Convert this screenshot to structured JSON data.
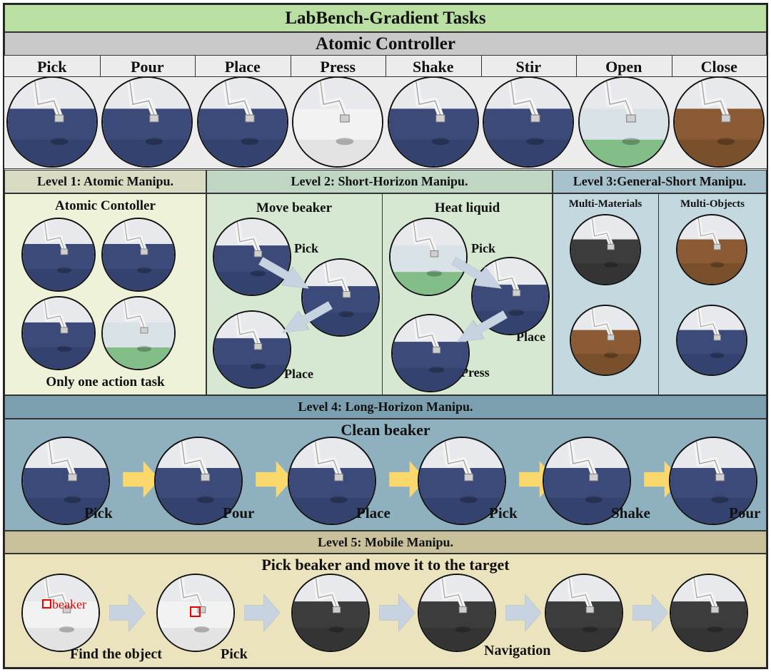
{
  "title": "LabBench-Gradient Tasks",
  "atomic": {
    "header": "Atomic Controller",
    "actions": [
      "Pick",
      "Pour",
      "Place",
      "Press",
      "Shake",
      "Stir",
      "Open",
      "Close"
    ]
  },
  "level1": {
    "header": "Level 1: Atomic Manipu.",
    "subtitle": "Atomic Contoller",
    "caption": "Only one action task"
  },
  "level2": {
    "header": "Level 2: Short-Horizon Manipu.",
    "move_beaker": {
      "title": "Move beaker",
      "step1": "Pick",
      "step2": "Place"
    },
    "heat_liquid": {
      "title": "Heat liquid",
      "step1": "Pick",
      "step2": "Place",
      "step3": "Press"
    }
  },
  "level3": {
    "header": "Level 3:General-Short Manipu.",
    "col1": "Multi-Materials",
    "col2": "Multi-Objects"
  },
  "level4": {
    "header": "Level 4: Long-Horizon Manipu.",
    "task": "Clean beaker",
    "steps": [
      "Pick",
      "Pour",
      "Place",
      "Pick",
      "Shake",
      "Pour"
    ]
  },
  "level5": {
    "header": "Level 5:  Mobile Manipu.",
    "task": "Pick beaker and move it to the target",
    "beaker_label": "beaker",
    "captions": [
      "Find the object",
      "Pick",
      "Navigation"
    ]
  },
  "colors": {
    "title_bg": "#b9dfa3",
    "atomic_bg": "#c9c9c9",
    "level1_bg": "#eef2d8",
    "level2_bg": "#d6e7d2",
    "level3_bg": "#c4d8e0",
    "level4_bg": "#8eb0bf",
    "level5_bg": "#ebe3bd",
    "arrow_yellow": "#fbd86b",
    "arrow_blue": "#c7d3e0"
  }
}
